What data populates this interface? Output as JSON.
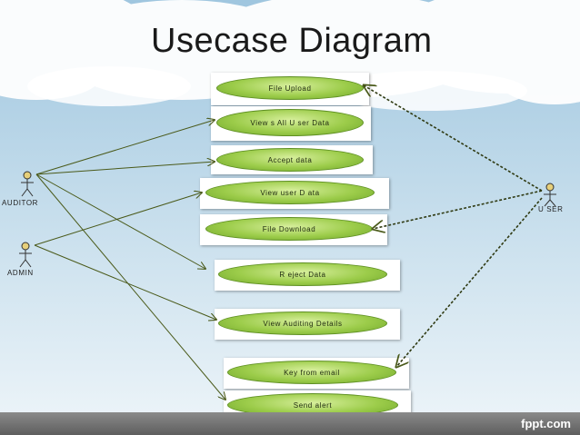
{
  "title": "Usecase Diagram",
  "actors": [
    {
      "id": "auditor",
      "label": "AUDITOR"
    },
    {
      "id": "admin",
      "label": "ADMIN"
    },
    {
      "id": "user",
      "label": "U SER"
    }
  ],
  "use_cases": [
    {
      "id": "file-upload",
      "label": "File Upload"
    },
    {
      "id": "views-all-user-data",
      "label": "View s All U ser Data"
    },
    {
      "id": "accept-data",
      "label": "Accept data"
    },
    {
      "id": "view-user-data",
      "label": "View user D ata"
    },
    {
      "id": "file-download",
      "label": "File Download"
    },
    {
      "id": "reject-data",
      "label": "R eject Data"
    },
    {
      "id": "view-auditing-details",
      "label": "View Auditing Details"
    },
    {
      "id": "key-from-email",
      "label": "Key from email"
    },
    {
      "id": "send-alert",
      "label": "Send alert"
    }
  ],
  "associations": [
    {
      "from": "auditor",
      "to": "views-all-user-data",
      "style": "solid"
    },
    {
      "from": "auditor",
      "to": "accept-data",
      "style": "solid"
    },
    {
      "from": "auditor",
      "to": "reject-data",
      "style": "solid"
    },
    {
      "from": "auditor",
      "to": "send-alert",
      "style": "solid"
    },
    {
      "from": "admin",
      "to": "view-user-data",
      "style": "solid"
    },
    {
      "from": "admin",
      "to": "view-auditing-details",
      "style": "solid"
    },
    {
      "from": "user",
      "to": "file-upload",
      "style": "dashed"
    },
    {
      "from": "user",
      "to": "file-download",
      "style": "dashed"
    },
    {
      "from": "user",
      "to": "key-from-email",
      "style": "dashed"
    }
  ],
  "colors": {
    "ellipse_fill": "#9ccc4a",
    "ellipse_border": "#5e8f22",
    "line": "#4a5a1a",
    "footer": "#6e6e6e",
    "sky": "#a9cde4"
  },
  "footer": {
    "brand": "fppt.com"
  }
}
